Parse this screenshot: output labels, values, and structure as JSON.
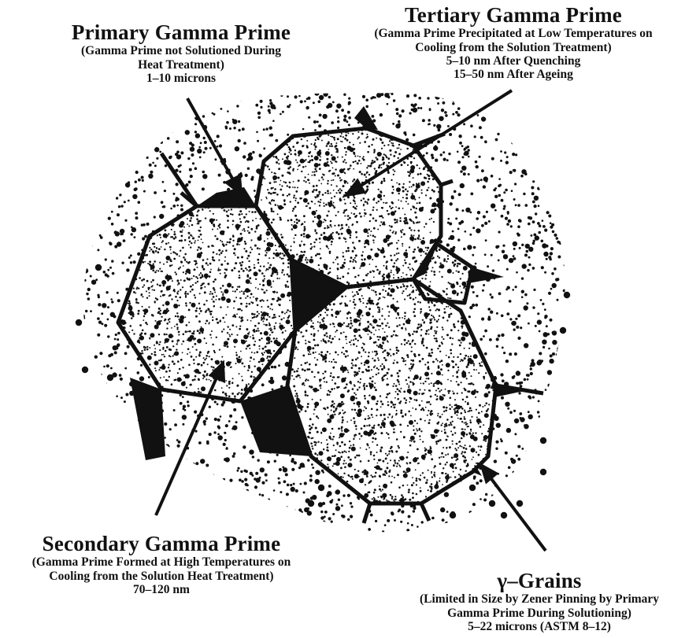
{
  "labels": {
    "primary": {
      "title": "Primary Gamma Prime",
      "lines": [
        "(Gamma Prime not Solutioned During",
        "Heat Treatment)",
        "1–10 microns"
      ]
    },
    "tertiary": {
      "title": "Tertiary Gamma Prime",
      "lines": [
        "(Gamma Prime Precipitated at Low Temperatures on",
        "Cooling from the Solution Treatment)",
        "5–10 nm After Quenching",
        "15–50 nm After Ageing"
      ]
    },
    "secondary": {
      "title": "Secondary Gamma Prime",
      "lines": [
        "(Gamma Prime Formed at High Temperatures on",
        "Cooling from the Solution Heat Treatment)",
        "70–120 nm"
      ]
    },
    "grains": {
      "title": "γ–Grains",
      "lines": [
        "(Limited in Size by Zener Pinning by Primary",
        "Gamma Prime During Solutioning)",
        "5–22 microns (ASTM 8–12)"
      ]
    }
  },
  "colors": {
    "ink": "#111111",
    "background": "#ffffff"
  }
}
